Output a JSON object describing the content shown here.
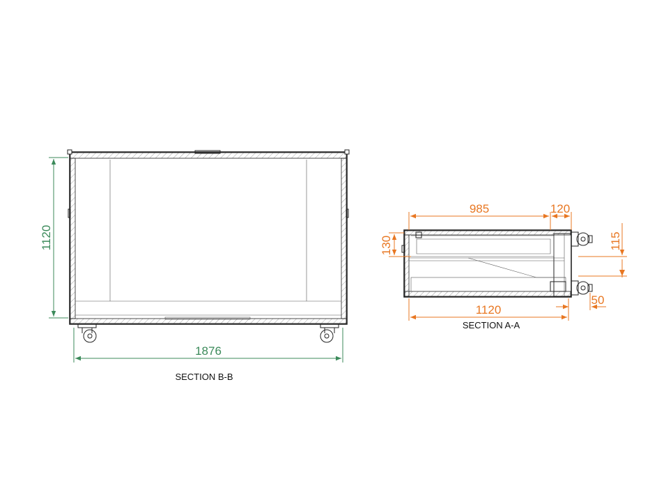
{
  "section_b": {
    "caption": "SECTION B-B",
    "height_dim": "1120",
    "width_dim": "1876",
    "dim_color": "#3b8a5a"
  },
  "section_a": {
    "caption": "SECTION A-A",
    "dim_985": "985",
    "dim_120": "120",
    "dim_130": "130",
    "dim_115": "115",
    "dim_1120": "1120",
    "dim_50": "50",
    "dim_color": "#e87722"
  }
}
